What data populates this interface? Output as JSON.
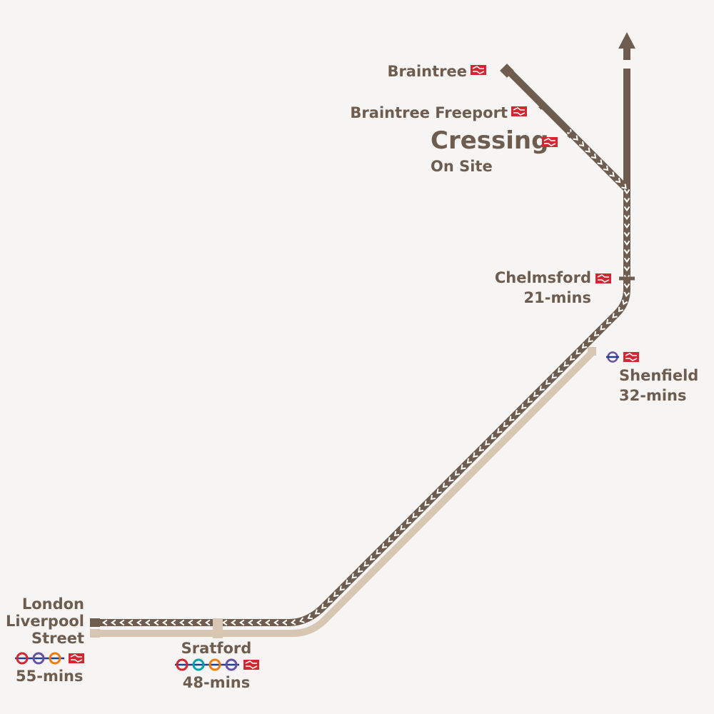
{
  "stations": [
    {
      "id": "braintree",
      "name": "Braintree",
      "name_lines": [
        "Braintree"
      ],
      "time": "",
      "icons": [
        "national-rail"
      ]
    },
    {
      "id": "braintree-freeport",
      "name": "Braintree Freeport",
      "name_lines": [
        "Braintree Freeport"
      ],
      "time": "",
      "icons": [
        "national-rail"
      ]
    },
    {
      "id": "cressing",
      "name": "Cressing",
      "name_lines": [
        "Cressing"
      ],
      "time": "On Site",
      "icons": [
        "national-rail"
      ]
    },
    {
      "id": "chelmsford",
      "name": "Chelmsford",
      "name_lines": [
        "Chelmsford"
      ],
      "time": "21-mins",
      "icons": [
        "national-rail"
      ]
    },
    {
      "id": "shenfield",
      "name": "Shenfield",
      "name_lines": [
        "Shenfield"
      ],
      "time": "32-mins",
      "icons": [
        "elizabeth-line",
        "national-rail"
      ]
    },
    {
      "id": "stratford",
      "name": "Sratford",
      "name_lines": [
        "Sratford"
      ],
      "time": "48-mins",
      "icons": [
        "elizabeth-line",
        "dlr",
        "overground",
        "elizabeth-line",
        "national-rail"
      ]
    },
    {
      "id": "london-liverpool-street",
      "name": "London Liverpool Street",
      "name_lines": [
        "London",
        "Liverpool",
        "Street"
      ],
      "time": "55-mins",
      "icons": [
        "elizabeth-line",
        "elizabeth-line",
        "overground",
        "national-rail"
      ]
    }
  ],
  "colors": {
    "background": "#f6f5f3",
    "main_line": "#6e5d4f",
    "secondary_line": "#d6c6b2",
    "chevron": "#ffffff",
    "text": "#6e5d4f",
    "national_rail": "#d22730",
    "elizabeth_line": "#6950a1",
    "dlr": "#00a4a7",
    "overground": "#ee7c0e",
    "underground_bar": "#1c3f94"
  },
  "icons": {
    "national-rail": "national-rail-icon",
    "elizabeth-line": "elizabeth-line-roundel-icon",
    "dlr": "dlr-roundel-icon",
    "overground": "overground-roundel-icon",
    "north-arrow": "north-arrow-icon"
  }
}
